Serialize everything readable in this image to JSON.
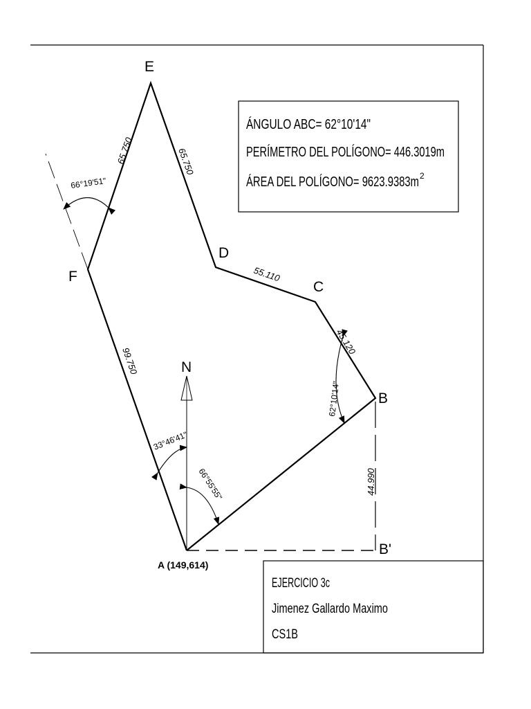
{
  "points": {
    "a_label": "A (149,614)",
    "b": "B",
    "b_prime": "B'",
    "c": "C",
    "d": "D",
    "e": "E",
    "f": "F",
    "north": "N"
  },
  "sides": {
    "ef": "65.750",
    "ed": "65.750",
    "dc": "55.110",
    "cb": "45.120",
    "fa": "99.750",
    "bb_prime": "44.990"
  },
  "angles": {
    "at_f": "66°19'51\"",
    "at_b": "62°10'14\"",
    "at_a_nf": "33°46'41\"",
    "at_a_nb": "66°55'55\""
  },
  "info_box": {
    "line1": "ÁNGULO ABC= 62°10'14\"",
    "line2": "PERÍMETRO DEL POLÍGONO= 446.3019m",
    "line3": "ÁREA DEL POLÍGONO= 9623.9383m",
    "line3_sup": "2"
  },
  "title_block": {
    "line1": "EJERCICIO 3c",
    "line2": "Jimenez Gallardo Maximo",
    "line3": "CS1B"
  }
}
